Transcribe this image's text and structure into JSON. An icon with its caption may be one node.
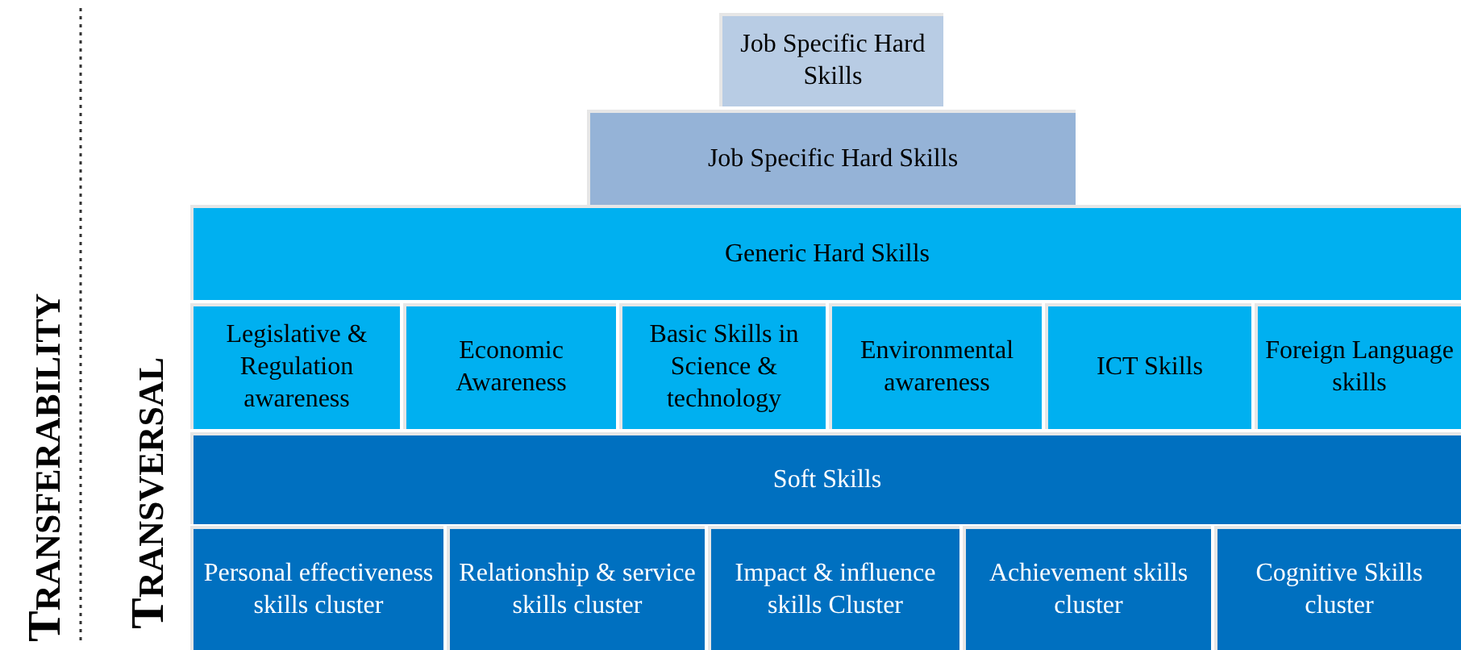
{
  "diagram": {
    "nodes": [
      {
        "text": [
          "Job Specific Hard Skills"
        ]
      },
      {
        "text": [
          "Job Specific Hard Skills"
        ]
      },
      {
        "text": [
          "Generic Hard Skills"
        ]
      },
      {
        "text": [
          "Legislative & Regulation awareness"
        ]
      },
      {
        "text": [
          "Economic Awareness"
        ]
      },
      {
        "text": [
          "Basic Skills in Science & technology"
        ]
      },
      {
        "text": [
          "Environmental awareness"
        ]
      },
      {
        "text": [
          "ICT Skills"
        ]
      },
      {
        "text": [
          "Foreign Language skills"
        ]
      },
      {
        "text": [
          "Soft Skills"
        ]
      },
      {
        "text": [
          "Personal effectiveness skills cluster"
        ]
      },
      {
        "text": [
          "Relationship & service skills cluster"
        ]
      },
      {
        "text": [
          "Impact & influence skills Cluster"
        ]
      },
      {
        "text": [
          "Achievement skills cluster"
        ]
      },
      {
        "text": [
          "Cognitive Skills cluster"
        ]
      }
    ],
    "labels": [
      "TRANSFERABILITY",
      "TRANSVERSAL"
    ]
  }
}
